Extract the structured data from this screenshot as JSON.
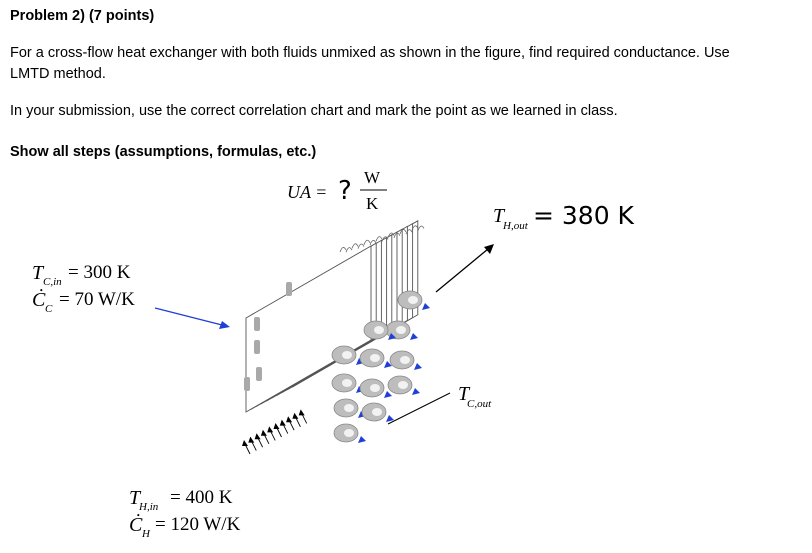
{
  "problem": {
    "title": "Problem 2) (7 points)",
    "line1": "For a cross-flow heat exchanger with both fluids unmixed as shown in the figure, find required conductance. Use",
    "line2": "LMTD method.",
    "line3": "In your submission, use the correct correlation chart and mark the point as we learned in class.",
    "line4": "Show all steps (assumptions, formulas, etc.)"
  },
  "figure": {
    "ua_label": "UA =",
    "unit_num": "W",
    "unit_den": "K",
    "tc_in_main": "T",
    "tc_in_sub": "C,in",
    "tc_in_val": "= 300 K",
    "cc_main": "Ċ",
    "cc_sub": "C",
    "cc_val": "= 70 W/K",
    "th_in_main": "T",
    "th_in_sub": "H,in",
    "th_in_val": "= 400 K",
    "ch_main": "Ċ",
    "ch_sub": "H",
    "ch_val": "= 120 W/K",
    "th_out_main": "T",
    "th_out_sub": "H,out",
    "tc_out_main": "T",
    "tc_out_sub": "C,out"
  },
  "handwriting": {
    "question_mark": "?",
    "th_out_answer": "= 380 K",
    "ink_color": "#000000"
  },
  "colors": {
    "arrow_blue": "#1f3fd6",
    "plate_gray": "#8c8c8c"
  }
}
